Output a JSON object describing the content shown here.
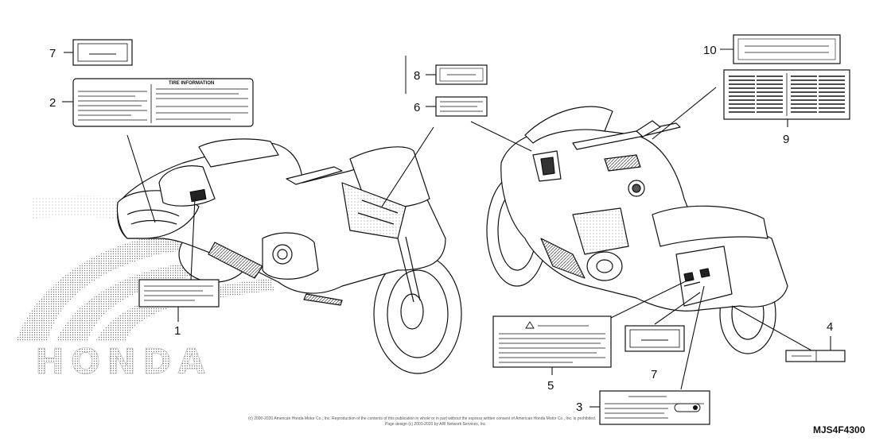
{
  "diagram": {
    "part_code": "MJS4F4300",
    "copyright_line1": "(c) 2000-2020 American Honda Motor Co., Inc. Reproduction of the contents of this publication in whole or in part without the express written consent of American Honda Motor Co., Inc. is prohibited.",
    "copyright_line2": "Page design (c) 2001-2020 by ARI Network Services, Inc.",
    "brand_watermark": "HONDA",
    "tire_label_header": "TIRE INFORMATION",
    "callouts": [
      {
        "id": "1",
        "label": "1"
      },
      {
        "id": "2",
        "label": "2"
      },
      {
        "id": "3",
        "label": "3"
      },
      {
        "id": "4",
        "label": "4"
      },
      {
        "id": "5",
        "label": "5"
      },
      {
        "id": "6",
        "label": "6"
      },
      {
        "id": "7a",
        "label": "7"
      },
      {
        "id": "7b",
        "label": "7"
      },
      {
        "id": "8",
        "label": "8"
      },
      {
        "id": "9",
        "label": "9"
      },
      {
        "id": "10",
        "label": "10"
      }
    ]
  }
}
